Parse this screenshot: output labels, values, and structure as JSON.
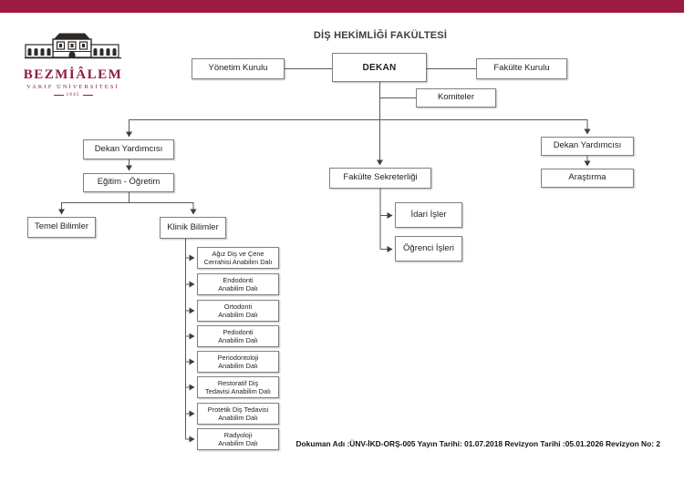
{
  "title": "DİŞ HEKİMLİĞİ FAKÜLTESİ",
  "logo": {
    "name": "BEZMİÂLEM",
    "subtitle": "VAKIF ÜNİVERSİTESİ",
    "year": "1845",
    "building_icon": "classical-building-icon"
  },
  "org": {
    "dekan": "DEKAN",
    "yonetim_kurulu": "Yönetim Kurulu",
    "fakulte_kurulu": "Fakülte Kurulu",
    "komiteler": "Komiteler",
    "left_branch": {
      "dekan_yardimcisi": "Dekan Yardımcısı",
      "egitim_ogretim": "Eğitim - Öğretim",
      "temel_bilimler": "Temel Bilimler",
      "klinik_bilimler": "Klinik Bilimler"
    },
    "center_branch": {
      "fakulte_sekreterligi": "Fakülte Sekreterliği",
      "idari_isler": "İdari İşler",
      "ogrenci_isleri": "Öğrenci İşleri"
    },
    "right_branch": {
      "dekan_yardimcisi": "Dekan Yardımcısı",
      "arastirma": "Araştırma"
    },
    "departments": [
      {
        "line1": "Ağız Diş ve Çene",
        "line2": "Cerrahisi Anabilim Dalı"
      },
      {
        "line1": "Endodonti",
        "line2": "Anabilim Dalı"
      },
      {
        "line1": "Ortodonti",
        "line2": "Anabilim Dalı"
      },
      {
        "line1": "Pedodonti",
        "line2": "Anabilim Dalı"
      },
      {
        "line1": "Periodontoloji",
        "line2": "Anabilim Dalı"
      },
      {
        "line1": "Restoratif Diş",
        "line2": "Tedavisi Anabilim Dalı"
      },
      {
        "line1": "Protetik Diş Tedavisi",
        "line2": "Anabilim Dalı"
      },
      {
        "line1": "Radyoloji",
        "line2": "Anabilim Dalı"
      }
    ]
  },
  "footer": {
    "text": "Dokuman Adı :ÜNV-İKD-ORŞ-005 Yayın Tarihi: 01.07.2018 Revizyon Tarihi :05.01.2026 Revizyon No: 2"
  },
  "colors": {
    "accent_bar": "#9D1C42",
    "brand": "#8E1B3E",
    "connector_line": "#595959",
    "box_border": "#808080",
    "text": "#1f1f1f"
  }
}
